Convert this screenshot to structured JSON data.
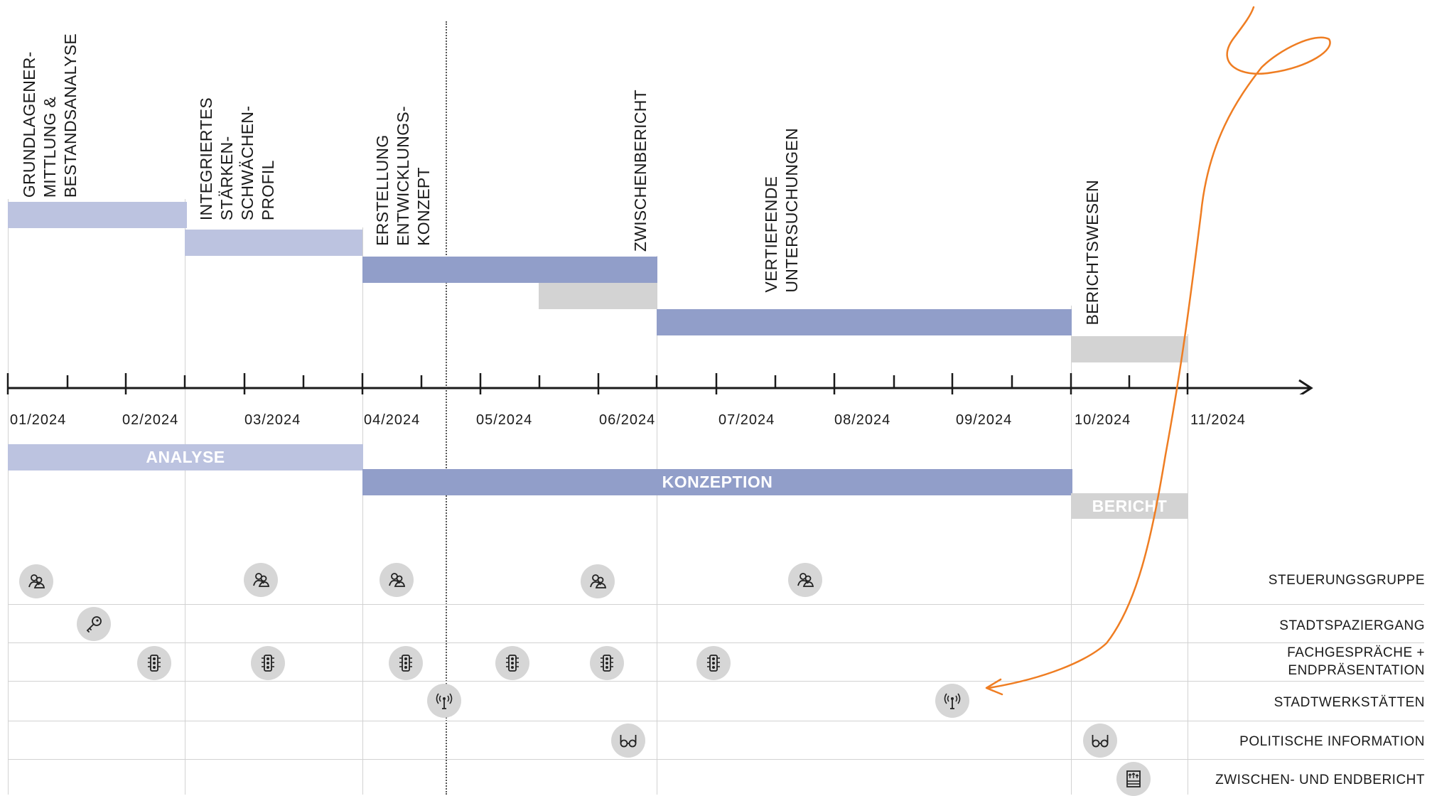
{
  "phases": [
    {
      "label": "ANALYSE",
      "color": "#bcc3e0"
    },
    {
      "label": "KONZEPTION",
      "color": "#919ec9"
    },
    {
      "label": "BERICHT",
      "color": "#d3d3d3"
    }
  ],
  "tasks": [
    {
      "text": "GRUNDLAGENER-\nMITTLUNG &\nBESTANDSANALYSE",
      "color": "#bcc3e0"
    },
    {
      "text": "INTEGRIERTES\nSTÄRKEN-\nSCHWÄCHEN-\nPROFIL",
      "color": "#bcc3e0"
    },
    {
      "text": "ERSTELLUNG\nENTWICKLUNGS-\nKONZEPT",
      "color": "#919ec9"
    },
    {
      "text": "ZWISCHENBERICHT",
      "color": "#d3d3d3"
    },
    {
      "text": "VERTIEFENDE\nUNTERSUCHUNGEN",
      "color": "#919ec9"
    },
    {
      "text": "BERICHTSWESEN",
      "color": "#d3d3d3"
    }
  ],
  "months": [
    "01/2024",
    "02/2024",
    "03/2024",
    "04/2024",
    "05/2024",
    "06/2024",
    "07/2024",
    "08/2024",
    "09/2024",
    "10/2024",
    "11/2024"
  ],
  "rows": [
    {
      "label": "STEUERUNGSGRUPPE",
      "icon": "people-group-icon"
    },
    {
      "label": "STADTSPAZIERGANG",
      "icon": "key-icon"
    },
    {
      "label": "FACHGESPRÄCHE +\nENDPRÄSENTATION",
      "icon": "traffic-light-icon"
    },
    {
      "label": "STADTWERKSTÄTTEN",
      "icon": "antenna-broadcast-icon"
    },
    {
      "label": "POLITISCHE INFORMATION",
      "icon": "glasses-icon"
    },
    {
      "label": "ZWISCHEN- UND ENDBERICHT",
      "icon": "report-board-icon"
    }
  ],
  "colors": {
    "accent_orange": "#ef7d22",
    "axis": "#1a1a1a",
    "grid": "#d2d2d2"
  }
}
